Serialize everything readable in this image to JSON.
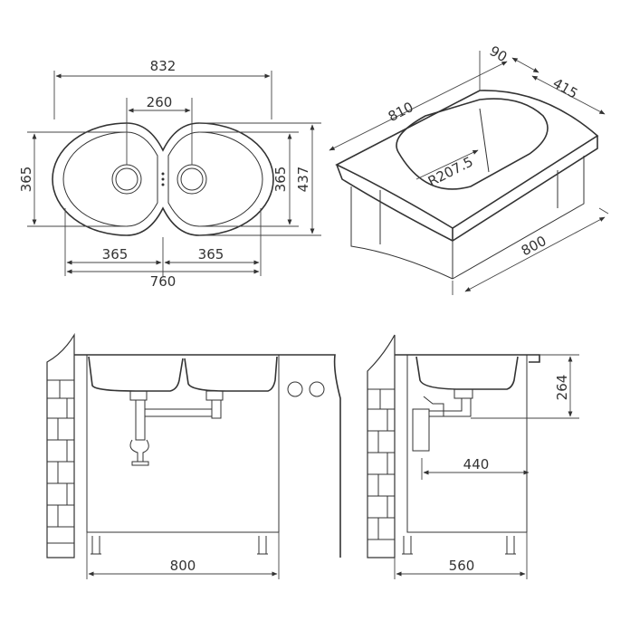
{
  "top_view": {
    "overall_width": "832",
    "bowl_center_spacing": "260",
    "overall_height_left": "365",
    "bowl_height_right": "365",
    "overall_depth": "437",
    "left_bowl_width": "365",
    "right_bowl_width": "365",
    "total_bowl_width": "760"
  },
  "iso_view": {
    "back_ledge": "90",
    "width": "810",
    "depth": "415",
    "corner_radius": "R207.5",
    "cabinet_width": "800"
  },
  "front_section": {
    "cabinet_width": "800"
  },
  "side_section": {
    "bowl_depth": "264",
    "drain_offset": "440",
    "cabinet_depth": "560"
  }
}
